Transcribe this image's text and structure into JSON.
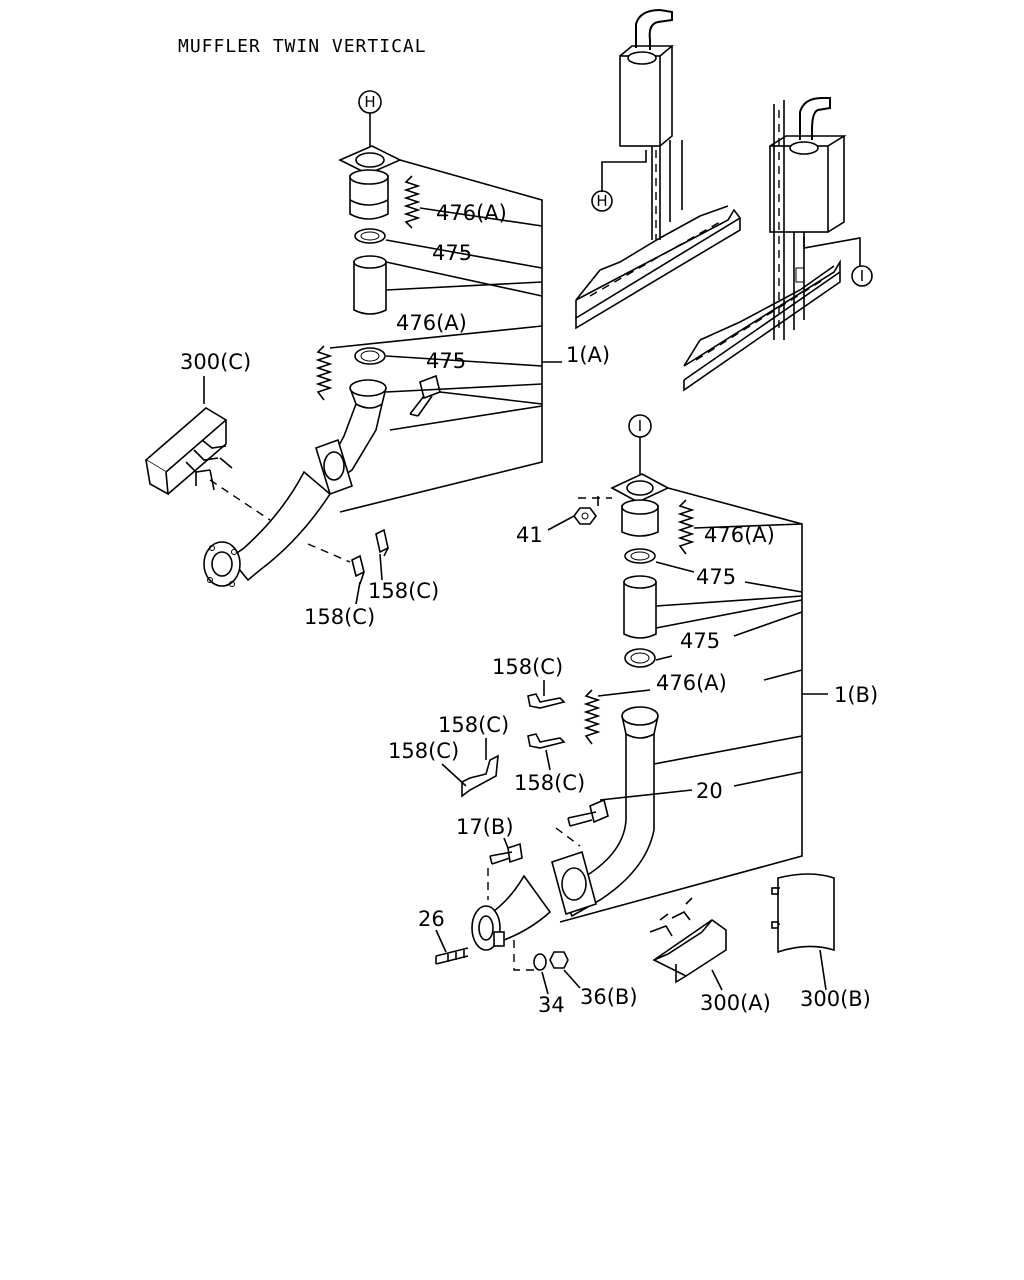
{
  "title": "MUFFLER TWIN VERTICAL",
  "markers": {
    "h": "H",
    "i": "I"
  },
  "labels": {
    "p476a_1": "476(A)",
    "p475_1": "475",
    "p476a_2": "476(A)",
    "p475_2": "475",
    "p1a": "1(A)",
    "p300c": "300(C)",
    "p158c_1": "158(C)",
    "p158c_2": "158(C)",
    "p41": "41",
    "p476a_3": "476(A)",
    "p475_3": "475",
    "p475_4": "475",
    "p476a_4": "476(A)",
    "p1b": "1(B)",
    "p158c_3": "158(C)",
    "p158c_4": "158(C)",
    "p158c_5": "158(C)",
    "p158c_6": "158(C)",
    "p20": "20",
    "p17b": "17(B)",
    "p26": "26",
    "p34": "34",
    "p36b": "36(B)",
    "p300a": "300(A)",
    "p300b": "300(B)"
  }
}
